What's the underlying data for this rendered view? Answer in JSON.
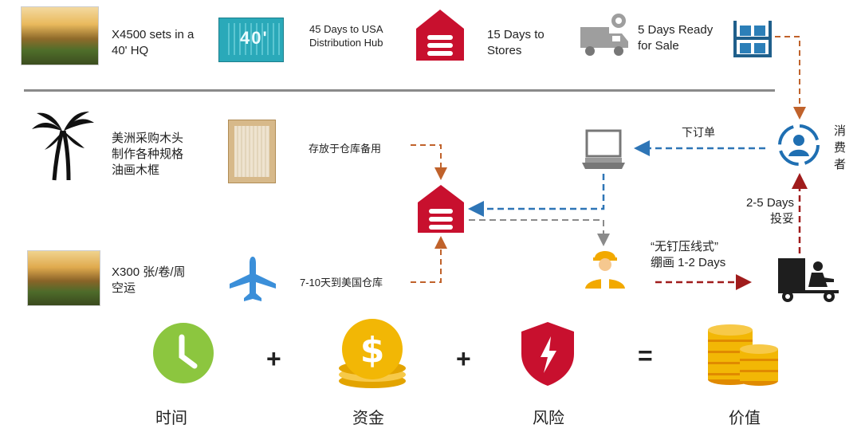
{
  "top_row": {
    "item1": "X4500 sets  in a\n40' HQ",
    "item2": "45 Days to USA\nDistribution Hub",
    "item3": "15 Days to\nStores",
    "item4": "5 Days Ready\nfor  Sale"
  },
  "container_label": "40'",
  "middle": {
    "frame_text": "美洲采购木头\n制作各种规格\n油画木框",
    "store_text": "存放于仓库备用",
    "order_text": "下订单",
    "consumer": "消\n费\n者",
    "delivery": "2-5 Days\n投妥",
    "air_text": "X300 张/卷/周\n空运",
    "air_days": "7-10天到美国仓库",
    "stretch_text": "“无钉压线式”\n绷画 1-2 Days"
  },
  "formula": {
    "time": "时间",
    "money": "资金",
    "risk": "风险",
    "value": "价值",
    "plus1": "+",
    "plus2": "+",
    "equals": "="
  },
  "colors": {
    "warehouse_red": "#c8102e",
    "blue_arrow": "#2e75b6",
    "brown_arrow": "#c0622b",
    "dark_red_arrow": "#a01c1c",
    "container_teal": "#2aa9b9",
    "truck_gray": "#9e9e9e",
    "time_green": "#8cc63f",
    "coin_gold": "#f2b705"
  }
}
